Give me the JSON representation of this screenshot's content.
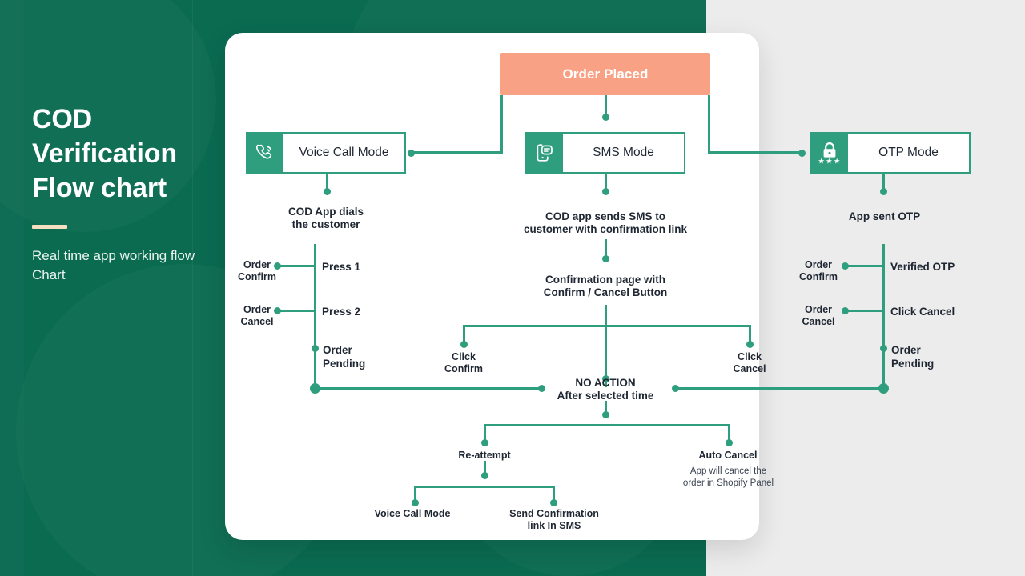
{
  "hero": {
    "title": "COD\nVerification\nFlow chart",
    "subtitle": "Real time app\nworking flow Chart",
    "accent_rule_color": "#f6dfc0",
    "panel_color": "#0a6b51"
  },
  "colors": {
    "green": "#2e9e7e",
    "salmon": "#f9a184",
    "card": "#ffffff",
    "text": "#1f2733"
  },
  "chart_data": {
    "type": "diagram",
    "title": "COD Verification Flow chart",
    "root": "Order Placed",
    "nodes": [
      {
        "id": "order_placed",
        "label": "Order Placed"
      },
      {
        "id": "voice_mode",
        "label": "Voice Call Mode",
        "icon": "phone-call-icon"
      },
      {
        "id": "sms_mode",
        "label": "SMS Mode",
        "icon": "sms-message-icon"
      },
      {
        "id": "otp_mode",
        "label": "OTP Mode",
        "icon": "lock-otp-icon"
      },
      {
        "id": "voice_dial",
        "label": "COD App dials\nthe customer"
      },
      {
        "id": "sms_send",
        "label": "COD app sends SMS to\ncustomer with confirmation link"
      },
      {
        "id": "otp_sent",
        "label": "App sent OTP"
      },
      {
        "id": "press1",
        "label": "Press 1"
      },
      {
        "id": "press2",
        "label": "Press 2"
      },
      {
        "id": "voice_confirm",
        "label": "Order\nConfirm"
      },
      {
        "id": "voice_cancel",
        "label": "Order\nCancel"
      },
      {
        "id": "voice_pending",
        "label": "Order\nPending"
      },
      {
        "id": "confirm_page",
        "label": "Confirmation page with\nConfirm / Cancel Button"
      },
      {
        "id": "click_confirm",
        "label": "Click\nConfirm"
      },
      {
        "id": "click_cancel",
        "label": "Click\nCancel"
      },
      {
        "id": "verified_otp",
        "label": "Verified OTP"
      },
      {
        "id": "otp_click_cancel",
        "label": "Click Cancel"
      },
      {
        "id": "otp_confirm",
        "label": "Order\nConfirm"
      },
      {
        "id": "otp_cancel",
        "label": "Order\nCancel"
      },
      {
        "id": "otp_pending",
        "label": "Order\nPending"
      },
      {
        "id": "no_action",
        "label": "NO ACTION\nAfter selected time"
      },
      {
        "id": "reattempt",
        "label": "Re-attempt"
      },
      {
        "id": "auto_cancel",
        "label": "Auto Cancel",
        "note": "App will cancel the\norder in Shopify Panel"
      },
      {
        "id": "re_voice",
        "label": "Voice Call Mode"
      },
      {
        "id": "re_sms",
        "label": "Send Confirmation\nlink In SMS"
      }
    ],
    "edges": [
      [
        "order_placed",
        "voice_mode"
      ],
      [
        "order_placed",
        "sms_mode"
      ],
      [
        "order_placed",
        "otp_mode"
      ],
      [
        "voice_mode",
        "voice_dial"
      ],
      [
        "sms_mode",
        "sms_send"
      ],
      [
        "otp_mode",
        "otp_sent"
      ],
      [
        "voice_dial",
        "press1"
      ],
      [
        "voice_dial",
        "press2"
      ],
      [
        "press1",
        "voice_confirm"
      ],
      [
        "press2",
        "voice_cancel"
      ],
      [
        "voice_dial",
        "voice_pending"
      ],
      [
        "voice_pending",
        "no_action"
      ],
      [
        "sms_send",
        "confirm_page"
      ],
      [
        "confirm_page",
        "click_confirm"
      ],
      [
        "confirm_page",
        "click_cancel"
      ],
      [
        "confirm_page",
        "no_action"
      ],
      [
        "otp_sent",
        "verified_otp"
      ],
      [
        "otp_sent",
        "otp_click_cancel"
      ],
      [
        "verified_otp",
        "otp_confirm"
      ],
      [
        "otp_click_cancel",
        "otp_cancel"
      ],
      [
        "otp_sent",
        "otp_pending"
      ],
      [
        "otp_pending",
        "no_action"
      ],
      [
        "no_action",
        "reattempt"
      ],
      [
        "no_action",
        "auto_cancel"
      ],
      [
        "reattempt",
        "re_voice"
      ],
      [
        "reattempt",
        "re_sms"
      ]
    ]
  },
  "flow": {
    "order_placed": "Order Placed",
    "modes": {
      "voice": "Voice Call Mode",
      "sms": "SMS Mode",
      "otp": "OTP Mode"
    },
    "voice_branch": {
      "step": "COD App dials\nthe customer",
      "press1": "Press 1",
      "press2": "Press 2",
      "confirm": "Order\nConfirm",
      "cancel": "Order\nCancel",
      "pending": "Order\nPending"
    },
    "sms_branch": {
      "step": "COD app sends SMS to\ncustomer with confirmation link",
      "confirm_page": "Confirmation page with\nConfirm / Cancel Button",
      "click_confirm": "Click\nConfirm",
      "click_cancel": "Click\nCancel"
    },
    "otp_branch": {
      "step": "App sent OTP",
      "verified": "Verified OTP",
      "click_cancel": "Click Cancel",
      "confirm": "Order\nConfirm",
      "cancel": "Order\nCancel",
      "pending": "Order\nPending"
    },
    "no_action": "NO ACTION\nAfter selected time",
    "reattempt": "Re-attempt",
    "auto_cancel": "Auto Cancel",
    "auto_cancel_note": "App will cancel the\norder in Shopify Panel",
    "re_voice": "Voice Call Mode",
    "re_sms": "Send Confirmation\nlink In SMS"
  }
}
